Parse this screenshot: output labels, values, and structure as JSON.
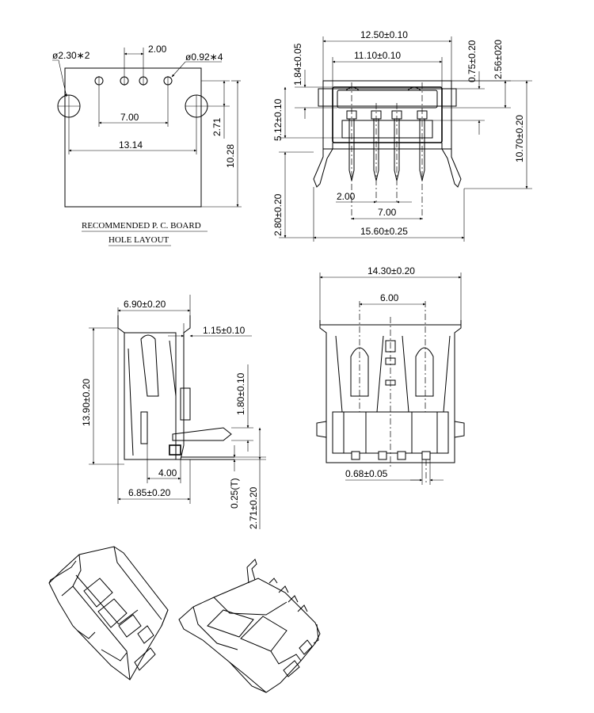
{
  "pcb_layout": {
    "large_hole_label": "ø2.30∗2",
    "small_hole_label": "ø0.92∗4",
    "pitch_label": "2.00",
    "inner_span_label": "7.00",
    "outer_span_label": "13.14",
    "hole_offset_label": "2.71",
    "depth_label": "10.28",
    "caption_line1": "RECOMMENDED   P. C. BOARD",
    "caption_line2": "HOLE  LAYOUT"
  },
  "front_view": {
    "width_outer_label": "12.50±0.10",
    "width_inner_label": "11.10±0.10",
    "dim_184_label": "1.84±0.05",
    "dim_075_label": "0.75±0.20",
    "dim_256_label": "2.56±020",
    "dim_512_label": "5.12±0.10",
    "height_label": "10.70±0.20",
    "pin_pitch_label": "2.00",
    "pin_span_label": "7.00",
    "pin_length_label": "2.80±0.20",
    "overall_width_label": "15.60±0.25"
  },
  "side_view": {
    "top_width_label": "6.90±0.20",
    "thickness_label": "1.15±0.10",
    "height_label": "13.90±0.20",
    "tab_label": "1.80±0.10",
    "pin_offset_label": "4.00",
    "base_width_label": "6.85±0.20",
    "pin_thickness_label": "0.25(T)",
    "pin_length_label": "2.71±0.20"
  },
  "bottom_view": {
    "width_label": "14.30±0.20",
    "spring_span_label": "6.00",
    "pin_width_label": "0.68±0.05"
  }
}
